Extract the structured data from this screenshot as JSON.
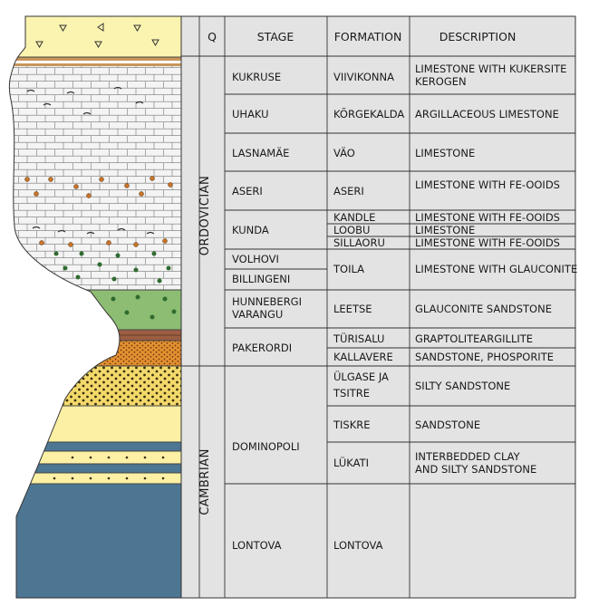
{
  "table": {
    "headers": [
      "Q",
      "STAGE",
      "FORMATION",
      "DESCRIPTION"
    ],
    "periods": [
      {
        "label": "ORDOVICIAN"
      },
      {
        "label": "CAMBRIAN"
      }
    ],
    "stages": [
      {
        "lines": [
          "KUKRUSE"
        ]
      },
      {
        "lines": [
          "UHAKU"
        ]
      },
      {
        "lines": [
          "LASNAMÄE"
        ]
      },
      {
        "lines": [
          "ASERI"
        ]
      },
      {
        "lines": [
          "KUNDA"
        ]
      },
      {
        "lines": [
          "VOLHOVI"
        ]
      },
      {
        "lines": [
          "BILLINGENI"
        ]
      },
      {
        "lines": [
          "HUNNEBERGI",
          "VARANGU"
        ]
      },
      {
        "lines": [
          "PAKERORDI"
        ]
      },
      {
        "lines": [
          "DOMINOPOLI"
        ]
      },
      {
        "lines": [
          "LONTOVA"
        ]
      }
    ],
    "formations": [
      {
        "lines": [
          "VIIVIKONNA"
        ]
      },
      {
        "lines": [
          "KÕRGEKALDA"
        ]
      },
      {
        "lines": [
          "VÄO"
        ]
      },
      {
        "lines": [
          "ASERI"
        ]
      },
      {
        "lines": [
          "KANDLE"
        ]
      },
      {
        "lines": [
          "LOOBU"
        ]
      },
      {
        "lines": [
          "SILLAORU"
        ]
      },
      {
        "lines": [
          "TOILA"
        ]
      },
      {
        "lines": [
          "LEETSE"
        ]
      },
      {
        "lines": [
          "TÜRISALU"
        ]
      },
      {
        "lines": [
          "KALLAVERE"
        ]
      },
      {
        "lines": [
          "ÜLGASE JA",
          "TSITRE"
        ]
      },
      {
        "lines": [
          "TISKRE"
        ]
      },
      {
        "lines": [
          "LÜKATI"
        ]
      },
      {
        "lines": [
          "LONTOVA"
        ]
      }
    ],
    "descriptions": [
      {
        "lines": [
          "LIMESTONE WITH KUKERSITE",
          "KEROGEN"
        ]
      },
      {
        "lines": [
          "ARGILLACEOUS LIMESTONE"
        ]
      },
      {
        "lines": [
          "LIMESTONE"
        ]
      },
      {
        "lines": [
          "LIMESTONE WITH FE-OOIDS"
        ]
      },
      {
        "lines": [
          "LIMESTONE WITH FE-OOIDS"
        ]
      },
      {
        "lines": [
          "LIMESTONE"
        ]
      },
      {
        "lines": [
          "LIMESTONE WITH FE-OOIDS"
        ]
      },
      {
        "lines": [
          "LIMESTONE WITH GLAUCONITE"
        ]
      },
      {
        "lines": [
          "GLAUCONITE SANDSTONE"
        ]
      },
      {
        "lines": [
          "GRAPTOLITEARGILLITE"
        ]
      },
      {
        "lines": [
          "SANDSTONE, PHOSPORITE"
        ]
      },
      {
        "lines": [
          "SILTY SANDSTONE"
        ]
      },
      {
        "lines": [
          "SANDSTONE"
        ]
      },
      {
        "lines": [
          "INTERBEDDED CLAY",
          "AND SILTY SANDSTONE"
        ]
      },
      {
        "lines": []
      }
    ]
  },
  "colors": {
    "table_fill": "#e3e3e3",
    "line": "#333333",
    "quaternary": "#fbf4b0",
    "limestone": "#f4f4f4",
    "glauconite": "#8dbd73",
    "glauconite_dot": "#2f6b2f",
    "ooid_dot": "#c8742a",
    "argillite": "#9b5e42",
    "phosphorite": "#e39030",
    "silty_sand": "#f3d96a",
    "sandstone": "#fbf0a4",
    "clay": "#4d7693",
    "kukersite": "#c8965a"
  }
}
